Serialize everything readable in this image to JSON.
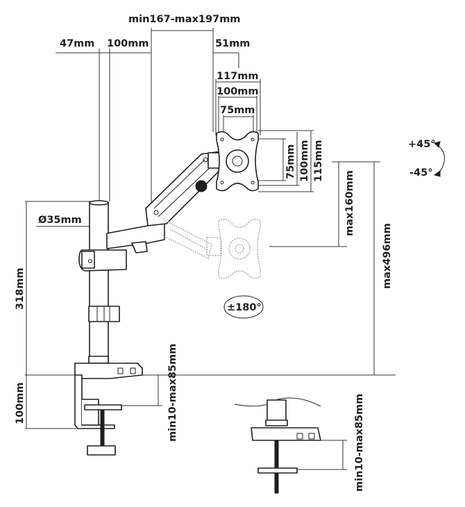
{
  "title": "Monitor arm dimension drawing",
  "dimensions": {
    "arm_reach": "min167-max197mm",
    "pole_offset": "47mm",
    "pole_to_arm": "100mm",
    "head_offset": "51mm",
    "vesa_outer_width": "117mm",
    "vesa_100_width": "100mm",
    "vesa_75_width": "75mm",
    "vesa_75_height": "75mm",
    "vesa_100_height": "100mm",
    "vesa_outer_height": "115mm",
    "pole_diameter": "Ø35mm",
    "pole_height": "318mm",
    "height_adjust": "max160mm",
    "max_height": "max496mm",
    "clamp_height": "100mm",
    "clamp_range": "min10-max85mm",
    "grommet_range": "min10-max85mm"
  },
  "rotation": {
    "tilt_up": "+45°",
    "tilt_down": "-45°",
    "rotate": "±180°"
  }
}
